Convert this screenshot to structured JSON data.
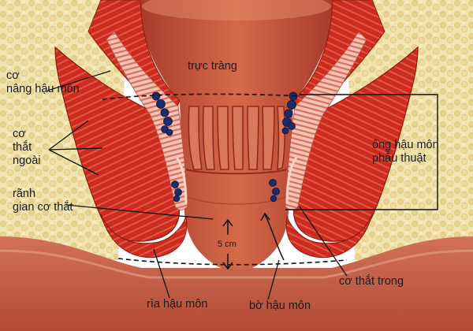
{
  "labels": {
    "rectum": "trực tràng",
    "levator_ani": [
      "cơ",
      "nâng hậu môn"
    ],
    "external_sphincter": [
      "cơ",
      "thắt",
      "ngoài"
    ],
    "intersphincteric_groove": [
      "rãnh",
      "gian cơ thắt"
    ],
    "surgical_anal_canal": [
      "ống hậu môn",
      "phẫu thuật"
    ],
    "length": "5 cm",
    "internal_sphincter": "cơ thắt trong",
    "anal_verge": "rìa hậu môn",
    "anal_margin": "bờ hậu môn"
  },
  "colors": {
    "fat": "#f0e0a8",
    "muscle": "#c92b1f",
    "muscle_stripe": "#f2b4a4",
    "mucosa": "#c2553a",
    "lumen": "#b0402c",
    "vein": "#1d2b66",
    "leader": "#1a1a1a"
  }
}
